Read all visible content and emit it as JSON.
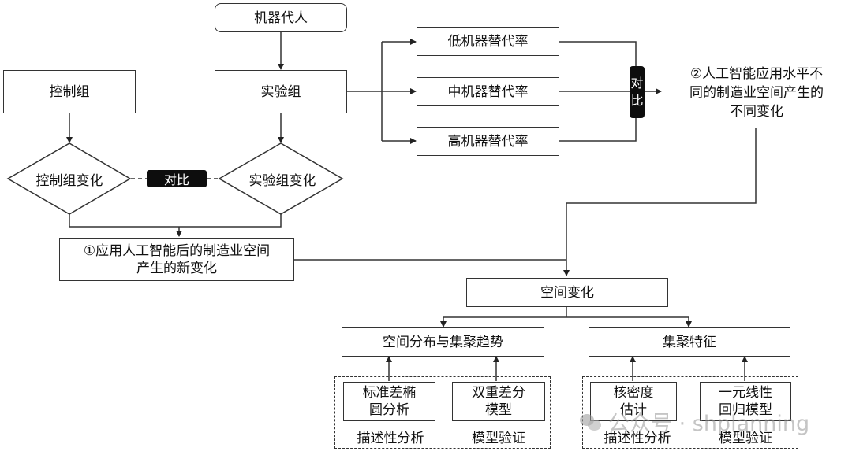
{
  "diagram": {
    "nodes": {
      "robot": "机器代人",
      "control_group": "控制组",
      "experiment_group": "实验组",
      "control_change": "控制组变化",
      "experiment_change": "实验组变化",
      "compare_left": "对比",
      "low_rate": "低机器替代率",
      "mid_rate": "中机器替代率",
      "high_rate": "高机器替代率",
      "compare_right_1": "对",
      "compare_right_2": "比",
      "result2_line1": "②人工智能应用水平不",
      "result2_line2": "同的制造业空间产生的",
      "result2_line3": "不同变化",
      "result1_line1": "①应用人工智能后的制造业空间",
      "result1_line2": "产生的新变化",
      "spatial_change": "空间变化",
      "distribution_trend": "空间分布与集聚趋势",
      "agglomeration": "集聚特征",
      "sde_line1": "标准差椭",
      "sde_line2": "圆分析",
      "did_line1": "双重差分",
      "did_line2": "模型",
      "kde_line1": "核密度",
      "kde_line2": "估计",
      "ols_line1": "一元线性",
      "ols_line2": "回归模型"
    },
    "captions": {
      "left_descriptive": "描述性分析",
      "left_model": "模型验证",
      "right_descriptive": "描述性分析",
      "right_model": "模型验证"
    },
    "watermark": {
      "text": "公众号 · shplanning",
      "icon": "wechat-icon"
    },
    "colors": {
      "line": "#333333",
      "tag_bg": "#0d0d0d",
      "tag_text": "#ffffff"
    }
  }
}
